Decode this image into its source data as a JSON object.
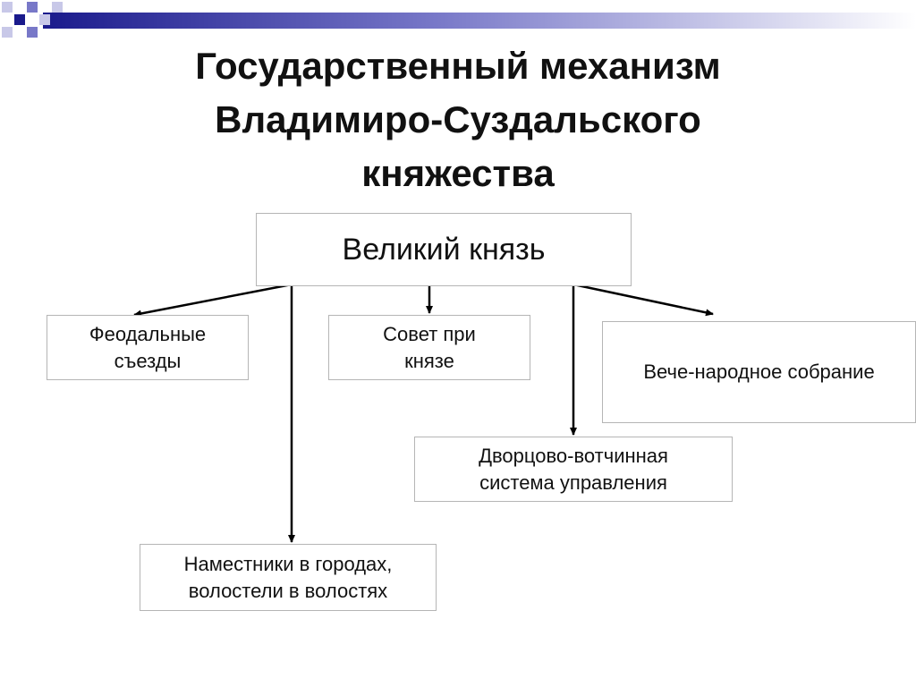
{
  "title": {
    "line1": "Государственный механизм",
    "line2": "Владимиро-Суздальского",
    "line3": "княжества"
  },
  "nodes": {
    "grand_prince": "Великий князь",
    "feudal_congresses": {
      "line1": "Феодальные",
      "line2": "съезды"
    },
    "council": {
      "line1": "Совет при",
      "line2": "князе"
    },
    "veche": "Вече-народное собрание",
    "palace_system": {
      "line1": "Дворцово-вотчинная",
      "line2": "система управления"
    },
    "governors": {
      "line1": "Наместники в городах,",
      "line2": "волостели в волостях"
    }
  },
  "colors": {
    "deco_dark": "#1a1a8c",
    "deco_mid": "#7878c8",
    "deco_light": "#c8c8e8",
    "border": "#b5b5b5",
    "arrow": "#000000"
  }
}
